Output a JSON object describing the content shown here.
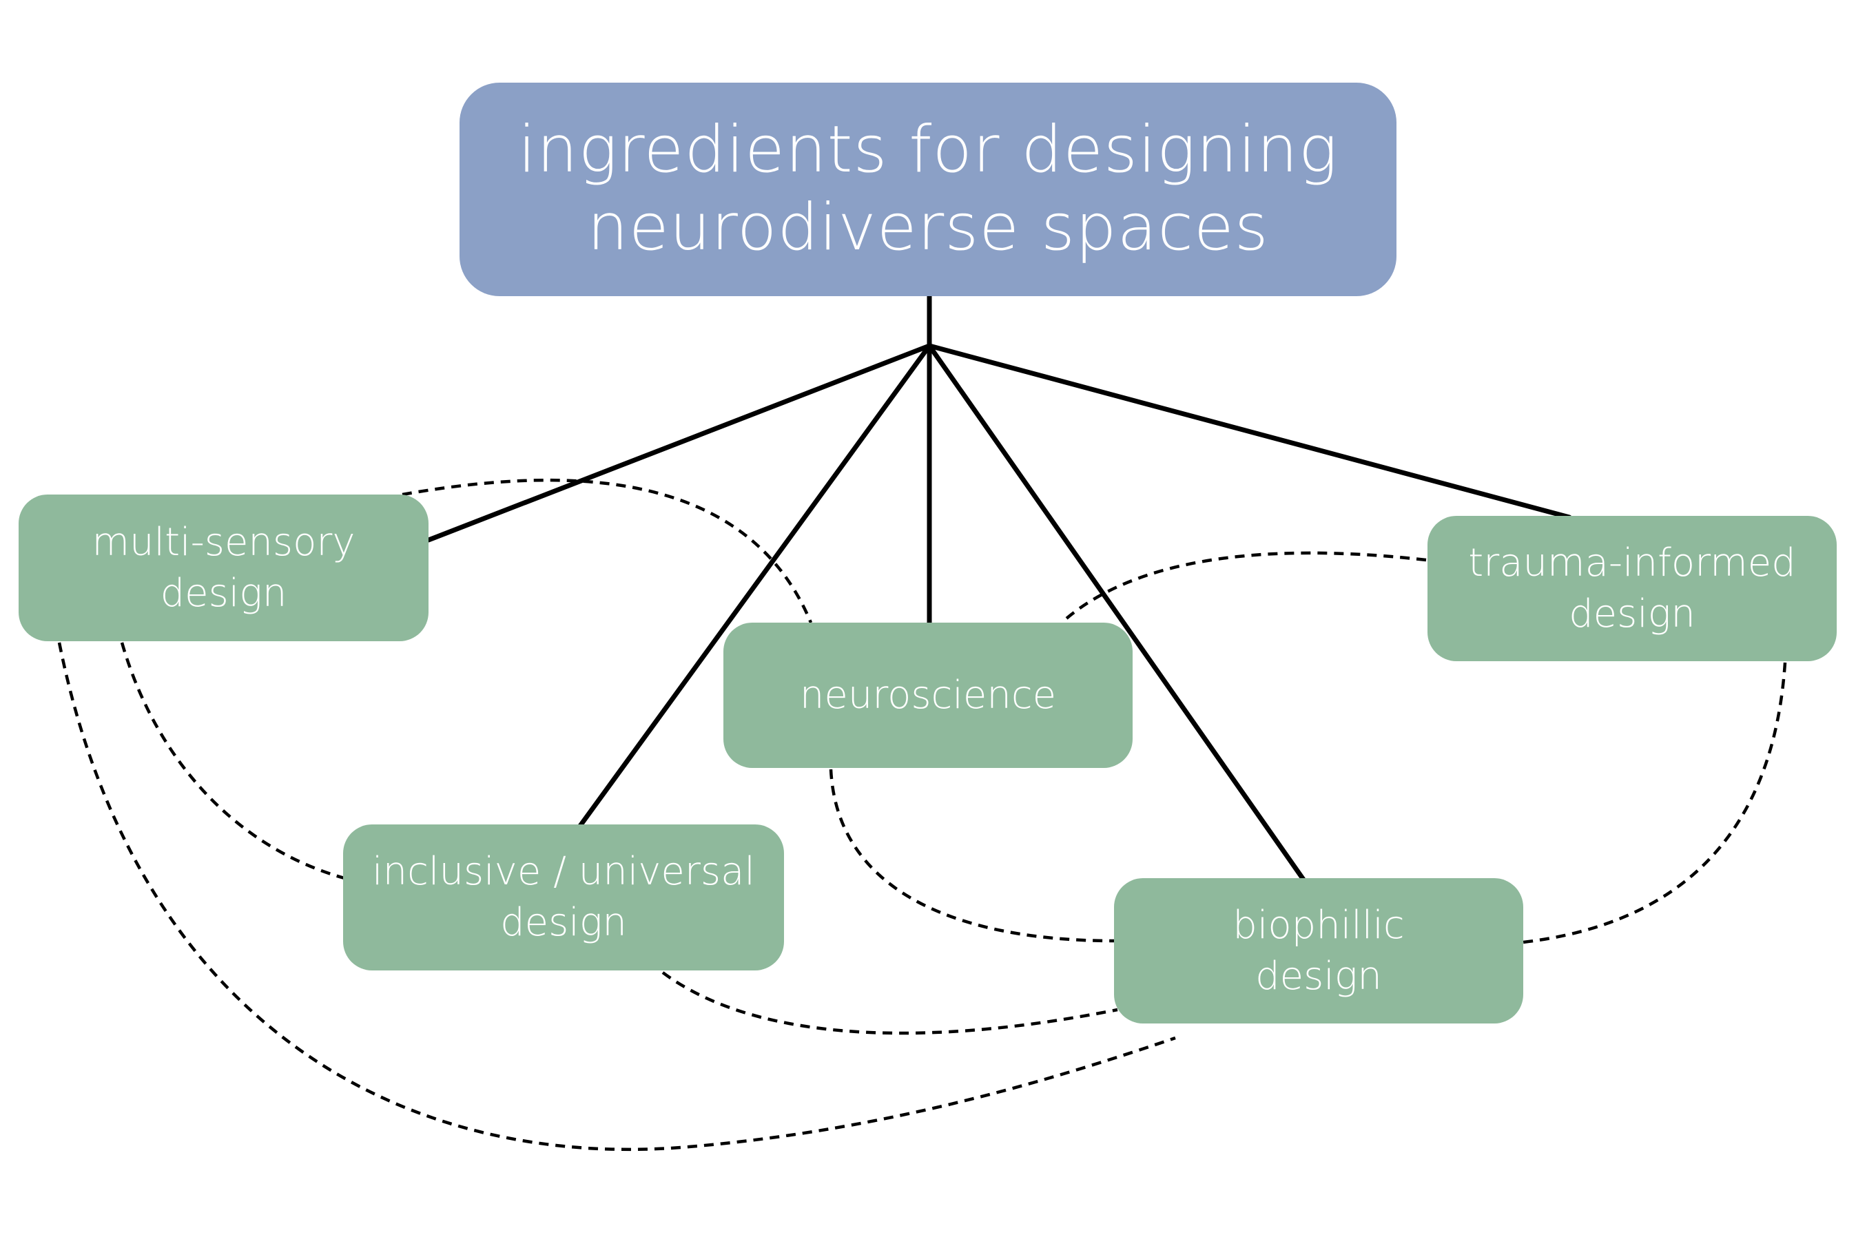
{
  "title": "ingredients for designing\nneurodiverse spaces",
  "nodes": {
    "multi_sensory": "multi-sensory\ndesign",
    "neuroscience": "neuroscience",
    "trauma_informed": "trauma-informed\ndesign",
    "inclusive": "inclusive / universal\ndesign",
    "biophillic": "biophillic\ndesign"
  },
  "colors": {
    "title_box": "#8BA0C6",
    "node_box": "#8FB99C",
    "lines": "#000000"
  }
}
